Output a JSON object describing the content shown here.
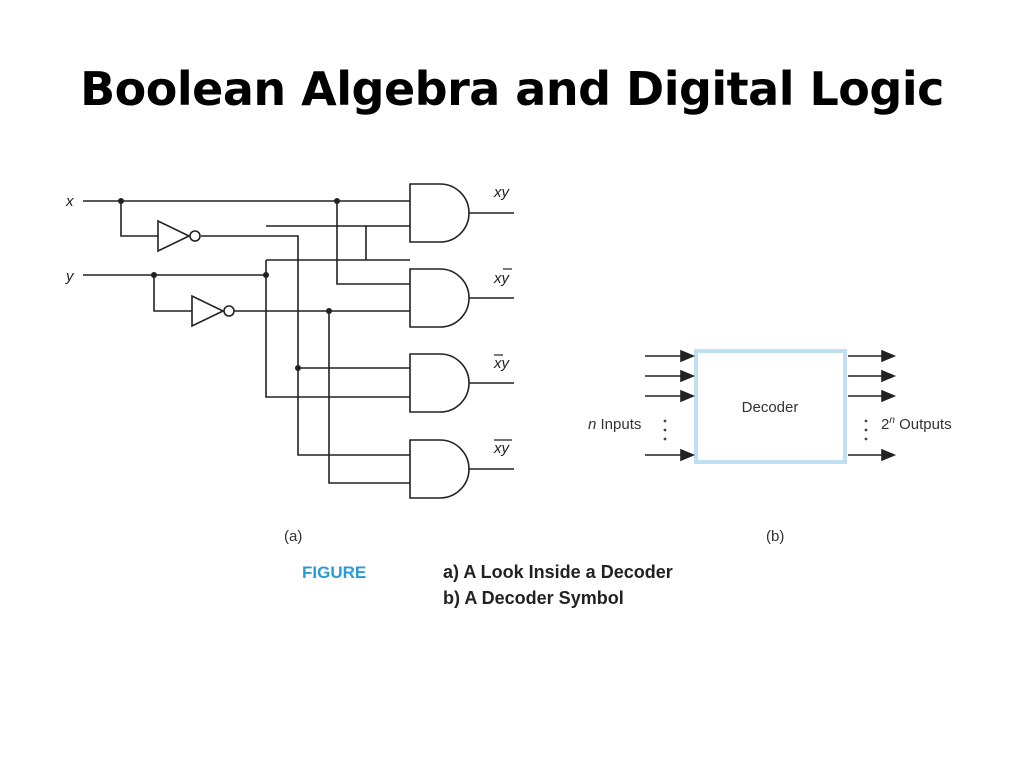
{
  "slide": {
    "title": "Boolean Algebra and Digital Logic"
  },
  "diagram_a": {
    "inputs": {
      "x": "x",
      "y": "y"
    },
    "outputs": {
      "xy": "xy",
      "x_ybar": "xy",
      "xbar_y": "xy",
      "xbar_ybar": "xy"
    },
    "label": "(a)"
  },
  "diagram_b": {
    "block_label": "Decoder",
    "inputs_label_italic": "n",
    "inputs_label": " Inputs",
    "outputs_label_prefix": "2",
    "outputs_label_sup": "n",
    "outputs_label": " Outputs",
    "label": "(b)",
    "colors": {
      "block_border": "#bfe0f2"
    }
  },
  "caption": {
    "figure_label": "FIGURE",
    "line_a": "a)  A Look Inside a Decoder",
    "line_b": "b)  A Decoder Symbol"
  }
}
